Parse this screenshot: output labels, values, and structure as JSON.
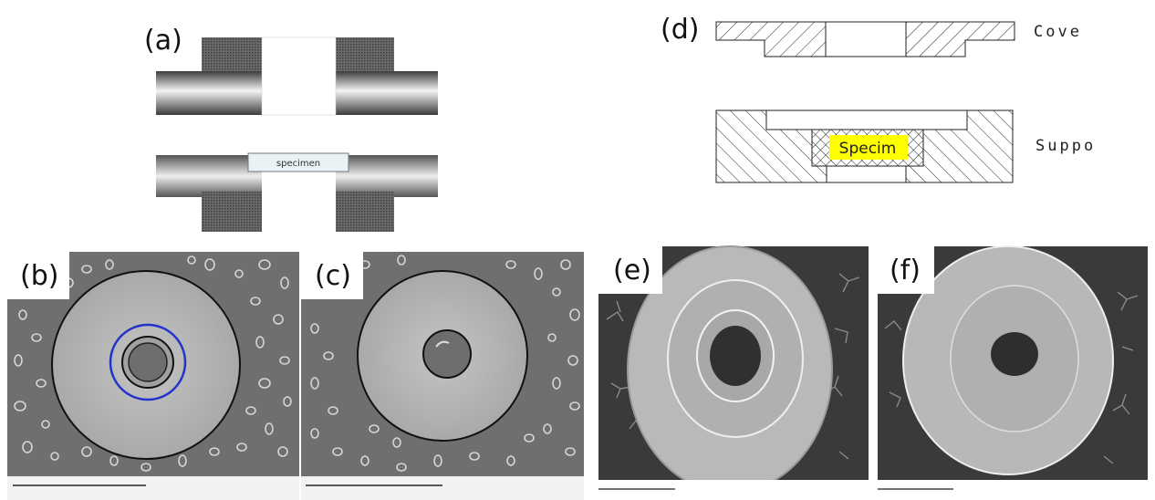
{
  "panels": {
    "a": {
      "label": "(a)",
      "specimen_label": "specimen"
    },
    "b": {
      "label": "(b)"
    },
    "c": {
      "label": "(c)"
    },
    "d": {
      "label": "(d)",
      "cover_label": "Cove",
      "support_label": "Suppo",
      "specimen_label": "Specim"
    },
    "e": {
      "label": "(e)"
    },
    "f": {
      "label": "(f)"
    }
  },
  "colors": {
    "metal_dark": "#5a5a5a",
    "sem_background": "#707070",
    "disc_gray": "#b8b8b8",
    "specimen_fill": "#ffff00",
    "circle_outline": "#2233cc"
  }
}
